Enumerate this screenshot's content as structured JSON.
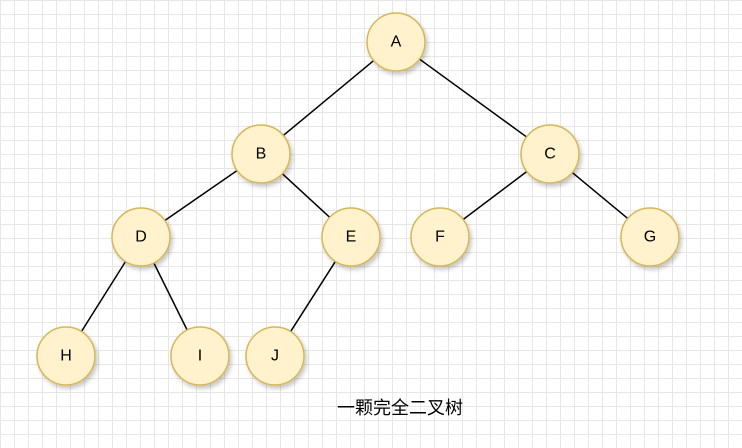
{
  "diagram": {
    "caption": "一颗完全二叉树",
    "colors": {
      "node_fill": "#fff2cc",
      "node_stroke": "#d6b656",
      "edge": "#000000",
      "grid": "#e6e6e6"
    },
    "nodes": [
      {
        "id": "A",
        "label": "A"
      },
      {
        "id": "B",
        "label": "B"
      },
      {
        "id": "C",
        "label": "C"
      },
      {
        "id": "D",
        "label": "D"
      },
      {
        "id": "E",
        "label": "E"
      },
      {
        "id": "F",
        "label": "F"
      },
      {
        "id": "G",
        "label": "G"
      },
      {
        "id": "H",
        "label": "H"
      },
      {
        "id": "I",
        "label": "I"
      },
      {
        "id": "J",
        "label": "J"
      }
    ],
    "edges": [
      {
        "from": "A",
        "to": "B"
      },
      {
        "from": "A",
        "to": "C"
      },
      {
        "from": "B",
        "to": "D"
      },
      {
        "from": "B",
        "to": "E"
      },
      {
        "from": "C",
        "to": "F"
      },
      {
        "from": "C",
        "to": "G"
      },
      {
        "from": "D",
        "to": "H"
      },
      {
        "from": "D",
        "to": "I"
      },
      {
        "from": "E",
        "to": "J"
      }
    ]
  }
}
